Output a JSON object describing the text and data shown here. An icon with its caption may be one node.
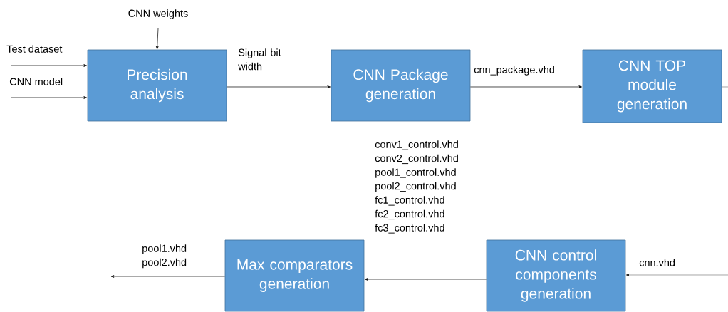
{
  "diagram": {
    "nodes": [
      {
        "text": [
          "Precision analysis"
        ]
      },
      {
        "text": [
          "CNN Package generation"
        ]
      },
      {
        "text": [
          "CNN TOP module generation"
        ]
      },
      {
        "text": [
          "CNN control components generation"
        ]
      },
      {
        "text": [
          "Max comparators generation"
        ]
      }
    ],
    "edges": [
      {
        "from": null,
        "to": 0,
        "arrow": "to",
        "label": "Test dataset"
      },
      {
        "from": null,
        "to": 0,
        "arrow": "to",
        "label": "CNN model"
      },
      {
        "from": null,
        "to": 0,
        "arrow": "to",
        "label": "CNN weights"
      },
      {
        "from": 0,
        "to": 1,
        "arrow": "to",
        "label": "Signal bit width"
      },
      {
        "from": 1,
        "to": 2,
        "arrow": "to",
        "label": "cnn_package.vhd"
      },
      {
        "from": 2,
        "to": null,
        "arrow": "none"
      },
      {
        "from": null,
        "to": 3,
        "arrow": "to",
        "label": "cnn.vhd"
      },
      {
        "from": 3,
        "to": 4,
        "arrow": "to",
        "label": "conv1_control.vhd conv2_control.vhd pool1_control.vhd pool2_control.vhd fc1_control.vhd fc2_control.vhd fc3_control.vhd"
      },
      {
        "from": 4,
        "to": null,
        "arrow": "to",
        "label": "pool1.vhd pool2.vhd"
      }
    ]
  }
}
